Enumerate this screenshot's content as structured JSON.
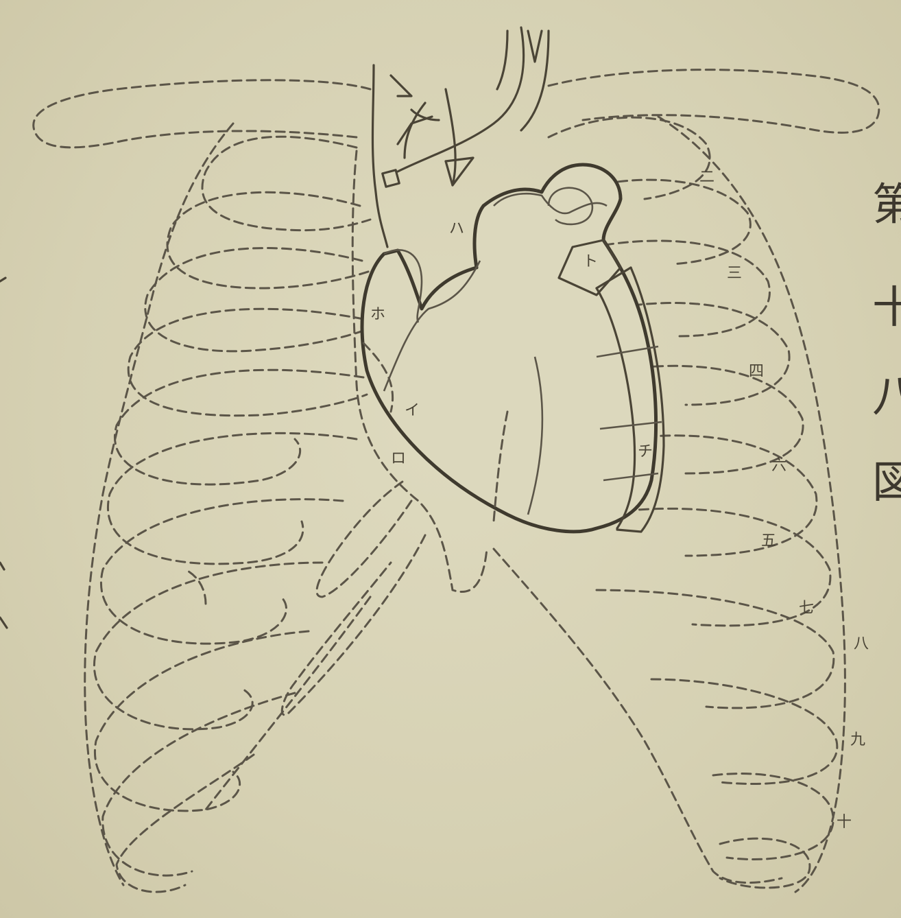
{
  "labels": {
    "ni": "二",
    "san": "三",
    "yon": "四",
    "go": "五",
    "roku": "六",
    "nana": "七",
    "hachi": "八",
    "kyu": "九",
    "ju": "十",
    "i": "イ",
    "ro": "ロ",
    "ha": "ハ",
    "ho": "ホ",
    "to": "ト",
    "chi": "チ"
  },
  "right_margin_text": [
    "第",
    "十",
    "八",
    "図"
  ]
}
